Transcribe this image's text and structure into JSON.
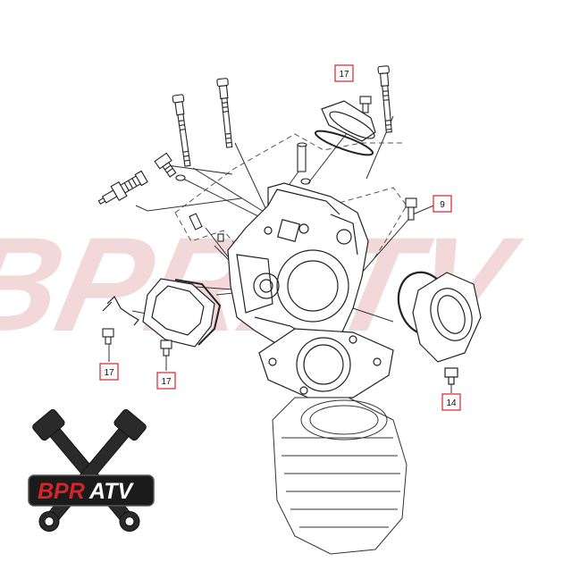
{
  "watermark": {
    "text": "BPRATV",
    "color": "#e9b9b9"
  },
  "callouts": [
    {
      "id": "callout-1",
      "label": "17"
    },
    {
      "id": "callout-2",
      "label": "9"
    },
    {
      "id": "callout-3",
      "label": "17"
    },
    {
      "id": "callout-4",
      "label": "17"
    },
    {
      "id": "callout-5",
      "label": "14"
    }
  ],
  "logo": {
    "part1": "BPR",
    "part2": "ATV",
    "accent": "#d8232a"
  },
  "colors": {
    "line": "#333333",
    "callout_border": "#d8232a"
  }
}
